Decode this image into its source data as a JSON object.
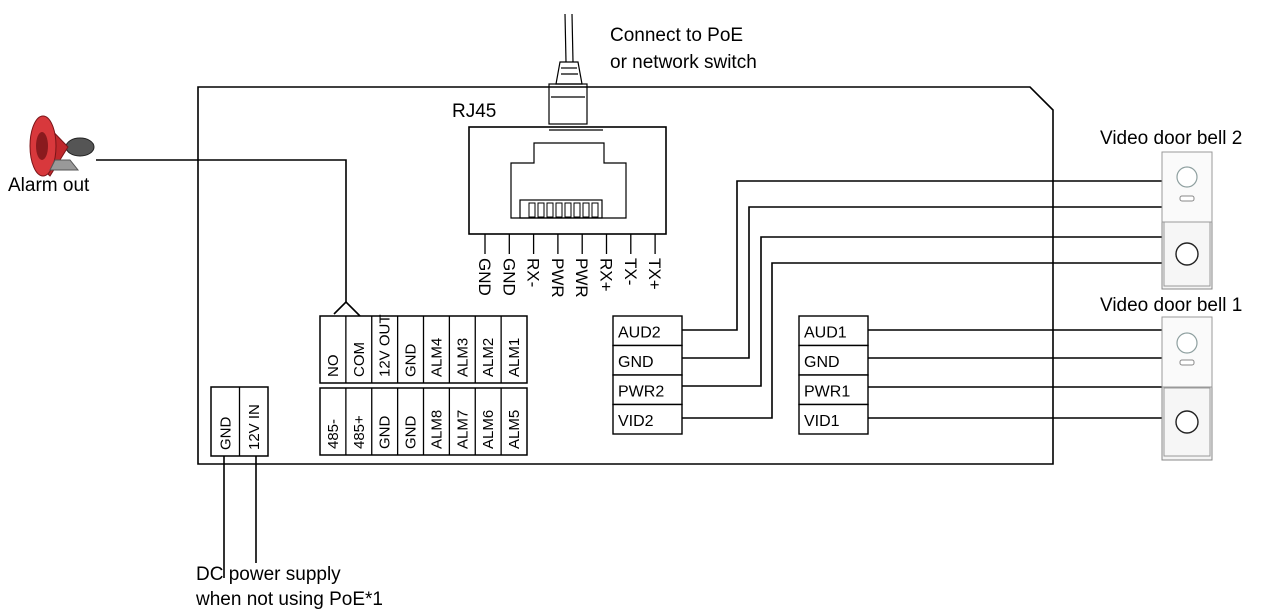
{
  "labels": {
    "connect_poe_1": "Connect to PoE",
    "connect_poe_2": "or network switch",
    "rj45": "RJ45",
    "alarm_out": "Alarm out",
    "doorbell_2": "Video door bell 2",
    "doorbell_1": "Video door bell 1",
    "dc_supply_1": "DC power supply",
    "dc_supply_2": "when not using PoE*1"
  },
  "rj45_pins": [
    "GND",
    "GND",
    "RX-",
    "PWR",
    "PWR",
    "RX+",
    "TX-",
    "TX+"
  ],
  "alarm_block_top": [
    "NO",
    "COM",
    "12V OUT",
    "GND",
    "ALM4",
    "ALM3",
    "ALM2",
    "ALM1"
  ],
  "alarm_block_bottom": [
    "485-",
    "485+",
    "GND",
    "GND",
    "ALM8",
    "ALM7",
    "ALM6",
    "ALM5"
  ],
  "power_block": [
    "GND",
    "12V IN"
  ],
  "doorbell2_terminals": [
    "AUD2",
    "GND",
    "PWR2",
    "VID2"
  ],
  "doorbell1_terminals": [
    "AUD1",
    "GND",
    "PWR1",
    "VID1"
  ]
}
